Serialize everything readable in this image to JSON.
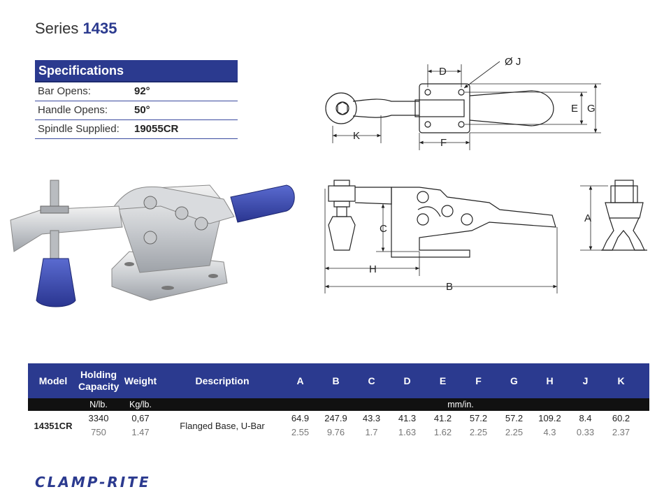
{
  "series": {
    "prefix": "Series",
    "number": "1435"
  },
  "specs": {
    "title": "Specifications",
    "rows": [
      {
        "label": "Bar Opens:",
        "value": "92°"
      },
      {
        "label": "Handle Opens:",
        "value": "50°"
      },
      {
        "label": "Spindle Supplied:",
        "value": "19055CR"
      }
    ]
  },
  "dimension_labels": {
    "A": "A",
    "B": "B",
    "C": "C",
    "D": "D",
    "E": "E",
    "F": "F",
    "G": "G",
    "H": "H",
    "J": "Ø J",
    "K": "K"
  },
  "table": {
    "headers": {
      "model": "Model",
      "holding1": "Holding",
      "holding2": "Capacity",
      "weight": "Weight",
      "description": "Description",
      "dims": [
        "A",
        "B",
        "C",
        "D",
        "E",
        "F",
        "G",
        "H",
        "J",
        "K"
      ]
    },
    "units": {
      "holding": "N/lb.",
      "weight": "Kg/lb.",
      "dims": "mm/in."
    },
    "row": {
      "model": "14351CR",
      "holding_n": "3340",
      "holding_lb": "750",
      "weight_kg": "0,67",
      "weight_lb": "1.47",
      "description": "Flanged Base, U-Bar",
      "mm": [
        "64.9",
        "247.9",
        "43.3",
        "41.3",
        "41.2",
        "57.2",
        "57.2",
        "109.2",
        "8.4",
        "60.2"
      ],
      "in": [
        "2.55",
        "9.76",
        "1.7",
        "1.63",
        "1.62",
        "2.25",
        "2.25",
        "4.3",
        "0.33",
        "2.37"
      ]
    }
  },
  "logo": "CLAMP-RITE",
  "colors": {
    "brand_blue": "#2b3a8f",
    "handle_blue": "#3d4fb8"
  }
}
